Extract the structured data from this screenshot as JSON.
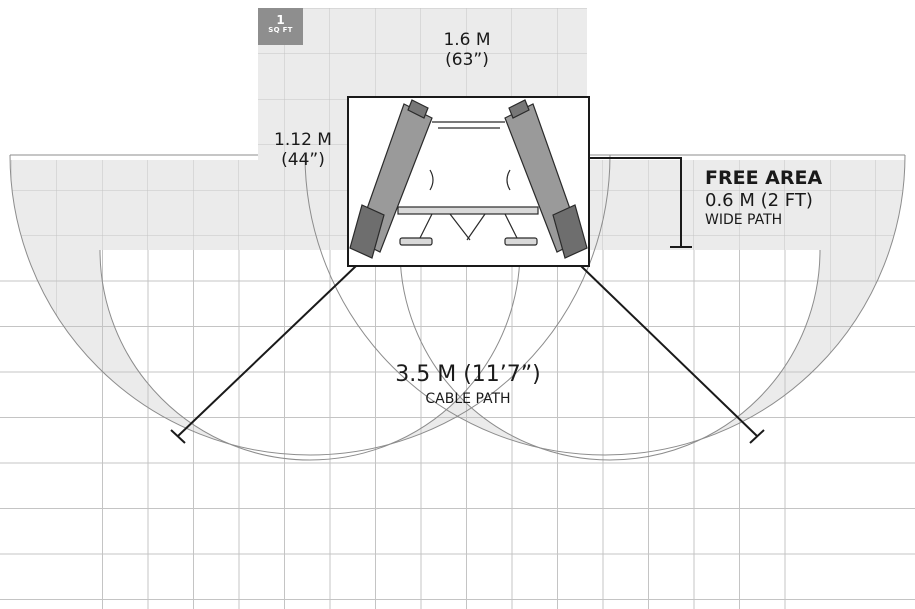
{
  "badge": {
    "number": "1",
    "unit": "SQ FT"
  },
  "width_dim": {
    "metric": "1.6 M",
    "imperial": "(63”)"
  },
  "depth_dim": {
    "metric": "1.12 M",
    "imperial": "(44”)"
  },
  "free_area": {
    "title": "FREE AREA",
    "value": "0.6 M (2 FT)",
    "note": "WIDE PATH"
  },
  "cable_path": {
    "value": "3.5 M (11’7”)",
    "note": "CABLE PATH"
  },
  "colors": {
    "grid_fill": "#ebebeb",
    "grid_line": "#c4c4c4",
    "outline": "#8c8c8c",
    "machine_fill": "#9a9a9a",
    "ink": "#1a1a1a",
    "badge": "#8e8e8e"
  }
}
